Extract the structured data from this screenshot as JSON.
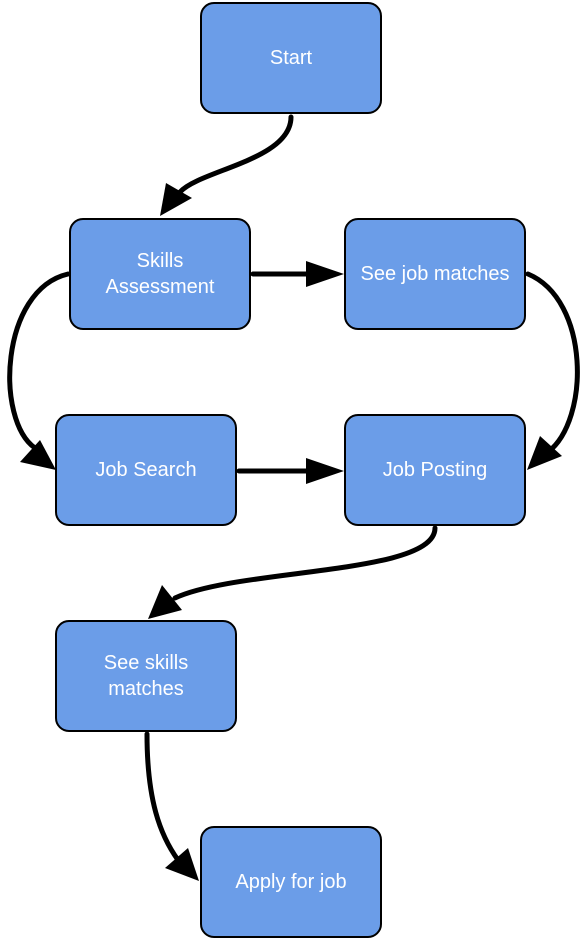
{
  "nodes": {
    "start": "Start",
    "skills_assessment": "Skills Assessment",
    "see_job_matches": "See job matches",
    "job_search": "Job Search",
    "job_posting": "Job Posting",
    "see_skills_matches": "See skills matches",
    "apply_for_job": "Apply for job"
  },
  "colors": {
    "node_fill": "#6b9de8",
    "node_border": "#000000",
    "node_text": "#ffffff",
    "arrow": "#000000"
  }
}
